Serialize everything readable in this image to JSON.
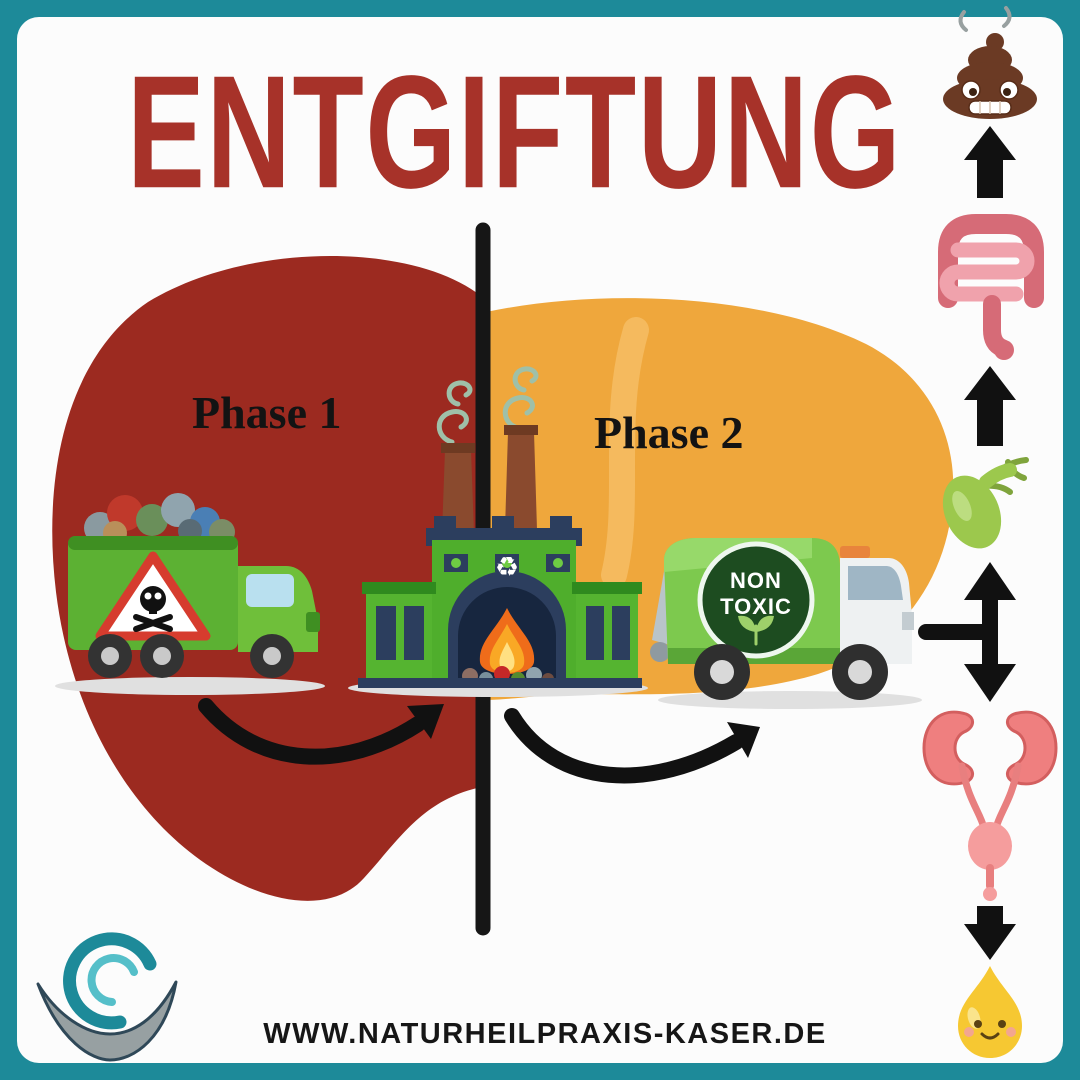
{
  "title": "ENTGIFTUNG",
  "phases": {
    "phase1": "Phase 1",
    "phase2": "Phase 2"
  },
  "badge": {
    "line1": "NON",
    "line2": "TOXIC"
  },
  "factory": {
    "recycle_symbol": "♻"
  },
  "footer": {
    "url": "WWW.NATURHEILPRAXIS-KASER.DE"
  },
  "colors": {
    "frame_teal": "#1d8a99",
    "title_red": "#a73229",
    "liver_phase1_red": "#9c2a20",
    "liver_phase2_orange": "#efa73c",
    "divider_black": "#161616",
    "truck_green": "#5cb133",
    "factory_green": "#4fae2c",
    "factory_navy": "#2c3e5e",
    "badge_dark_green": "#1d4c20",
    "poop_brown": "#6b3a24",
    "intestine_pink": "#ef9aa6",
    "gallbladder_green": "#9cc84d",
    "kidney_pink": "#ef7f7f",
    "urine_yellow": "#f6c832",
    "arrow_black": "#111111"
  },
  "icons": {
    "scene": [
      "toxic-waste-truck-icon",
      "skull-warning-sign-icon",
      "incinerator-factory-icon",
      "recycle-icon",
      "non-toxic-truck-icon",
      "flow-arrow"
    ],
    "right_column": [
      "poop-icon",
      "up-arrow-icon",
      "intestine-icon",
      "up-arrow-icon",
      "gallbladder-icon",
      "split-arrow-icon",
      "kidneys-icon",
      "down-arrow-icon",
      "urine-drop-icon"
    ],
    "logo": "boat-wave-logo"
  }
}
